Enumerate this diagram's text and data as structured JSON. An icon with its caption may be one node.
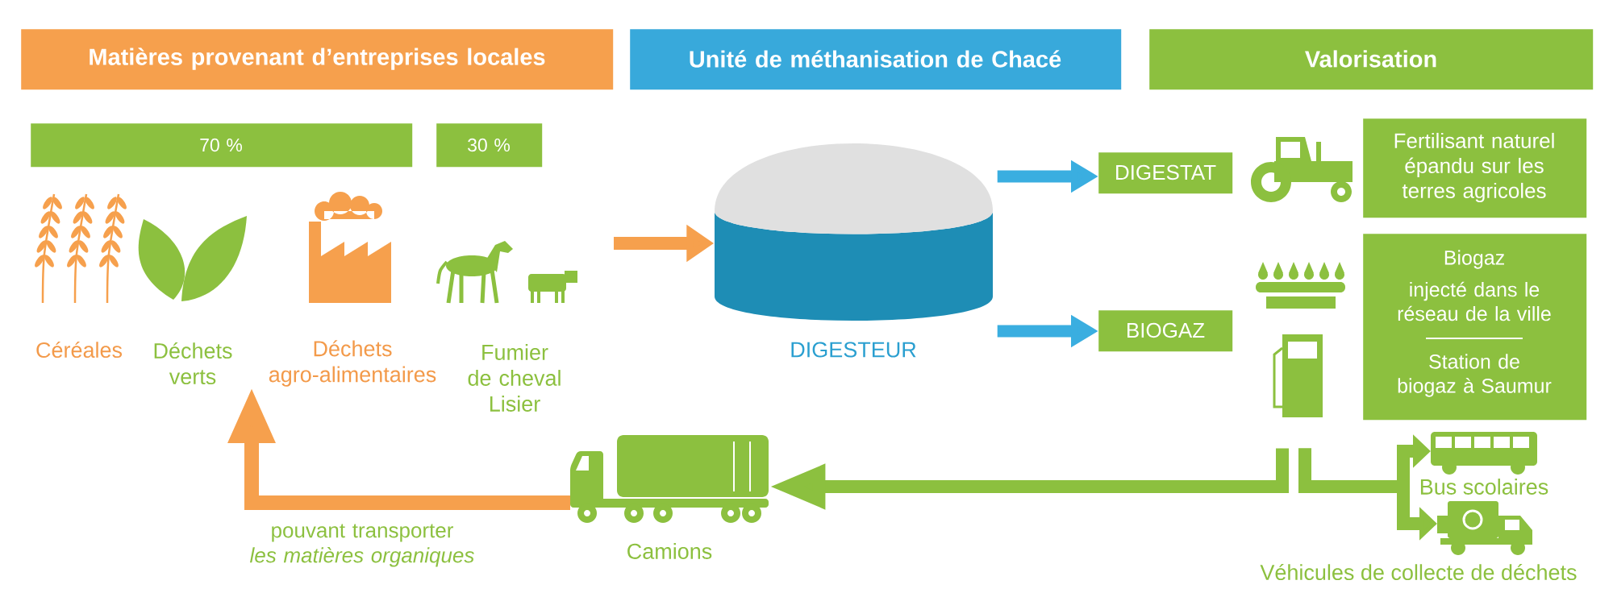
{
  "diagram": {
    "nodes": [
      {
        "text": [
          "Matières provenant d’entreprises locales"
        ]
      },
      {
        "text": [
          "Unité de méthanisation de Chacé"
        ]
      },
      {
        "text": [
          "Valorisation"
        ]
      },
      {
        "text": [
          "70 %"
        ]
      },
      {
        "text": [
          "30 %"
        ]
      },
      {
        "text": [
          "Céréales"
        ]
      },
      {
        "text": [
          "Déchets verts"
        ]
      },
      {
        "text": [
          "Déchets agro-alimentaires"
        ]
      },
      {
        "text": [
          "Fumier de cheval",
          "Lisier"
        ]
      },
      {
        "text": [],
        "shape": "cylinder",
        "beside": [
          "DIGESTEUR"
        ]
      },
      {
        "text": [
          "DIGESTAT"
        ]
      },
      {
        "text": [
          "BIOGAZ"
        ]
      },
      {
        "text": [
          "Fertilisant naturel épandu sur les terres agricoles"
        ]
      },
      {
        "text": [
          "Biogaz",
          "injecté dans le réseau de la ville",
          "Station de biogaz à Saumur"
        ]
      },
      {
        "text": [],
        "shape": "picture"
      },
      {
        "text": [],
        "shape": "picture",
        "beside": [
          "Camions"
        ]
      },
      {
        "text": [],
        "shape": "picture",
        "beside": [
          "Bus scolaires"
        ]
      },
      {
        "text": [],
        "shape": "picture",
        "beside": [
          "Véhicules de collecte de déchets"
        ]
      }
    ],
    "edges": [
      {
        "from": null,
        "to": 9,
        "arrow": "to",
        "color": "#f6a04d"
      },
      {
        "from": 9,
        "to": 10,
        "arrow": "to",
        "color": "#3aaee0"
      },
      {
        "from": 9,
        "to": 11,
        "arrow": "to",
        "color": "#3aaee0"
      },
      {
        "from": 14,
        "to": 15,
        "arrow": "to"
      },
      {
        "from": 14,
        "to": 16,
        "arrow": "to"
      },
      {
        "from": 14,
        "to": 17,
        "arrow": "to"
      },
      {
        "from": 15,
        "to": 7,
        "arrow": "to",
        "label": "pouvant transporter *les matières organiques*",
        "color": "#f6a04d"
      }
    ]
  }
}
